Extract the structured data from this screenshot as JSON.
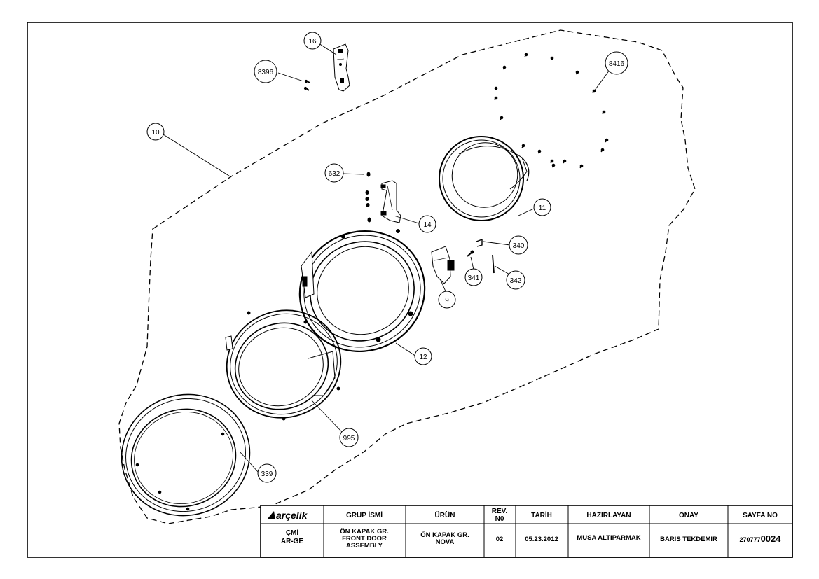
{
  "drawing": {
    "callouts": [
      {
        "id": "c16",
        "label": "16"
      },
      {
        "id": "c8396",
        "label": "8396"
      },
      {
        "id": "c8416",
        "label": "8416"
      },
      {
        "id": "c10",
        "label": "10"
      },
      {
        "id": "c632",
        "label": "632"
      },
      {
        "id": "c11",
        "label": "11"
      },
      {
        "id": "c14",
        "label": "14"
      },
      {
        "id": "c340",
        "label": "340"
      },
      {
        "id": "c341",
        "label": "341"
      },
      {
        "id": "c342",
        "label": "342"
      },
      {
        "id": "c9",
        "label": "9"
      },
      {
        "id": "c12",
        "label": "12"
      },
      {
        "id": "c995",
        "label": "995"
      },
      {
        "id": "c339",
        "label": "339"
      }
    ]
  },
  "title_block": {
    "logo_text": "arçelik",
    "headers": {
      "group_name": "GRUP İSMİ",
      "product": "ÜRÜN",
      "rev_line1": "REV.",
      "rev_line2": "N0",
      "date": "TARİH",
      "prepared_by": "HAZIRLAYAN",
      "approval": "ONAY",
      "page_no": "SAYFA NO"
    },
    "values": {
      "code_line1": "ÇMİ",
      "code_line2": "AR-GE",
      "group_line1": "ÖN KAPAK GR.",
      "group_line2": "FRONT DOOR",
      "group_line3": "ASSEMBLY",
      "product_line1": "ÖN KAPAK GR.",
      "product_line2": "NOVA",
      "rev": "02",
      "date": "05.23.2012",
      "prepared_by": "MUSA ALTIPARMAK",
      "approval": "BARIS TEKDEMIR",
      "page_prefix": "270777",
      "page_suffix": "0024"
    }
  }
}
